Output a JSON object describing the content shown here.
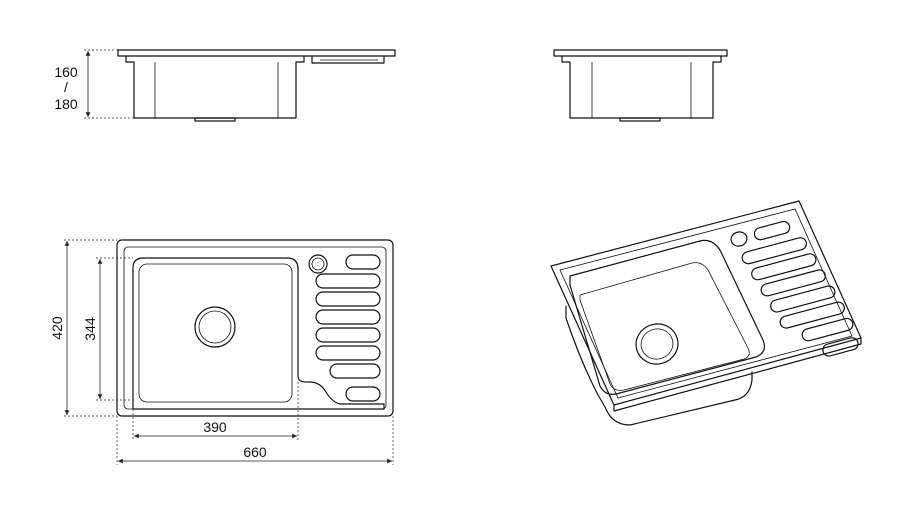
{
  "dimensions": {
    "depth_top": "160",
    "depth_sep": "/",
    "depth_bottom": "180",
    "width_total": "660",
    "height_total": "420",
    "bowl_width": "390",
    "bowl_height": "344"
  }
}
